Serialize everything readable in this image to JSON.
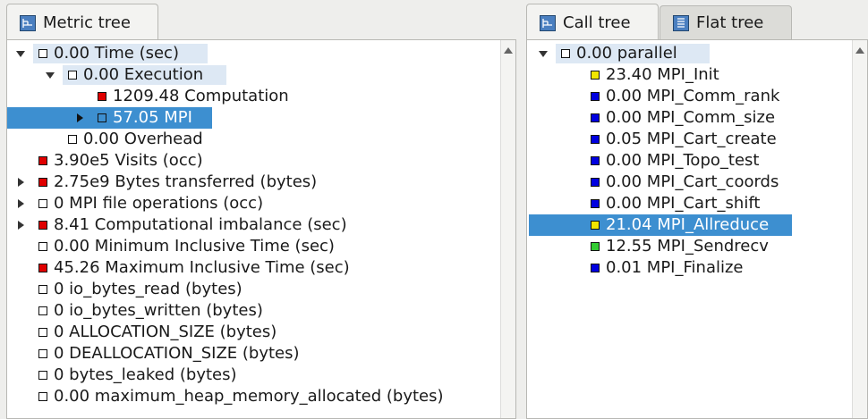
{
  "left": {
    "tabs": [
      {
        "label": "Metric tree",
        "icon": "metric-tree-icon",
        "active": true
      }
    ],
    "rows": [
      {
        "text": "0.00 Time (sec)",
        "depth": 0,
        "expander": "down",
        "color": "#ffffff",
        "highlight": true
      },
      {
        "text": "0.00 Execution",
        "depth": 1,
        "expander": "down",
        "color": "#ffffff",
        "highlight": true
      },
      {
        "text": "1209.48 Computation",
        "depth": 2,
        "expander": "",
        "color": "#e00000"
      },
      {
        "text": "57.05 MPI",
        "depth": 2,
        "expander": "right",
        "color": "#3d8fd0",
        "selected": true
      },
      {
        "text": "0.00 Overhead",
        "depth": 1,
        "expander": "",
        "color": "#ffffff"
      },
      {
        "text": "3.90e5 Visits (occ)",
        "depth": 0,
        "expander": "",
        "color": "#e00000"
      },
      {
        "text": "2.75e9 Bytes transferred (bytes)",
        "depth": 0,
        "expander": "right",
        "color": "#e00000"
      },
      {
        "text": "0 MPI file operations (occ)",
        "depth": 0,
        "expander": "right",
        "color": "#ffffff"
      },
      {
        "text": "8.41 Computational imbalance (sec)",
        "depth": 0,
        "expander": "right",
        "color": "#e00000"
      },
      {
        "text": "0.00 Minimum Inclusive Time (sec)",
        "depth": 0,
        "expander": "",
        "color": "#ffffff"
      },
      {
        "text": "45.26 Maximum Inclusive Time (sec)",
        "depth": 0,
        "expander": "",
        "color": "#e00000"
      },
      {
        "text": "0 io_bytes_read (bytes)",
        "depth": 0,
        "expander": "",
        "color": "#ffffff"
      },
      {
        "text": "0 io_bytes_written (bytes)",
        "depth": 0,
        "expander": "",
        "color": "#ffffff"
      },
      {
        "text": "0 ALLOCATION_SIZE (bytes)",
        "depth": 0,
        "expander": "",
        "color": "#ffffff"
      },
      {
        "text": "0 DEALLOCATION_SIZE (bytes)",
        "depth": 0,
        "expander": "",
        "color": "#ffffff"
      },
      {
        "text": "0 bytes_leaked (bytes)",
        "depth": 0,
        "expander": "",
        "color": "#ffffff"
      },
      {
        "text": "0.00 maximum_heap_memory_allocated (bytes)",
        "depth": 0,
        "expander": "",
        "color": "#ffffff"
      }
    ]
  },
  "right": {
    "tabs": [
      {
        "label": "Call tree",
        "icon": "call-tree-icon",
        "active": true
      },
      {
        "label": "Flat tree",
        "icon": "flat-tree-icon",
        "active": false
      }
    ],
    "rows": [
      {
        "text": "0.00 parallel",
        "depth": 0,
        "expander": "down",
        "color": "#ffffff",
        "highlight": true
      },
      {
        "text": "23.40 MPI_Init",
        "depth": 1,
        "expander": "",
        "color": "#f2e600"
      },
      {
        "text": "0.00 MPI_Comm_rank",
        "depth": 1,
        "expander": "",
        "color": "#0000e0"
      },
      {
        "text": "0.00 MPI_Comm_size",
        "depth": 1,
        "expander": "",
        "color": "#0000e0"
      },
      {
        "text": "0.05 MPI_Cart_create",
        "depth": 1,
        "expander": "",
        "color": "#0000e0"
      },
      {
        "text": "0.00 MPI_Topo_test",
        "depth": 1,
        "expander": "",
        "color": "#0000e0"
      },
      {
        "text": "0.00 MPI_Cart_coords",
        "depth": 1,
        "expander": "",
        "color": "#0000e0"
      },
      {
        "text": "0.00 MPI_Cart_shift",
        "depth": 1,
        "expander": "",
        "color": "#0000e0"
      },
      {
        "text": "21.04 MPI_Allreduce",
        "depth": 1,
        "expander": "",
        "color": "#f2e600",
        "selected": true
      },
      {
        "text": "12.55 MPI_Sendrecv",
        "depth": 1,
        "expander": "",
        "color": "#33cc33"
      },
      {
        "text": "0.01 MPI_Finalize",
        "depth": 1,
        "expander": "",
        "color": "#0000e0"
      }
    ]
  }
}
